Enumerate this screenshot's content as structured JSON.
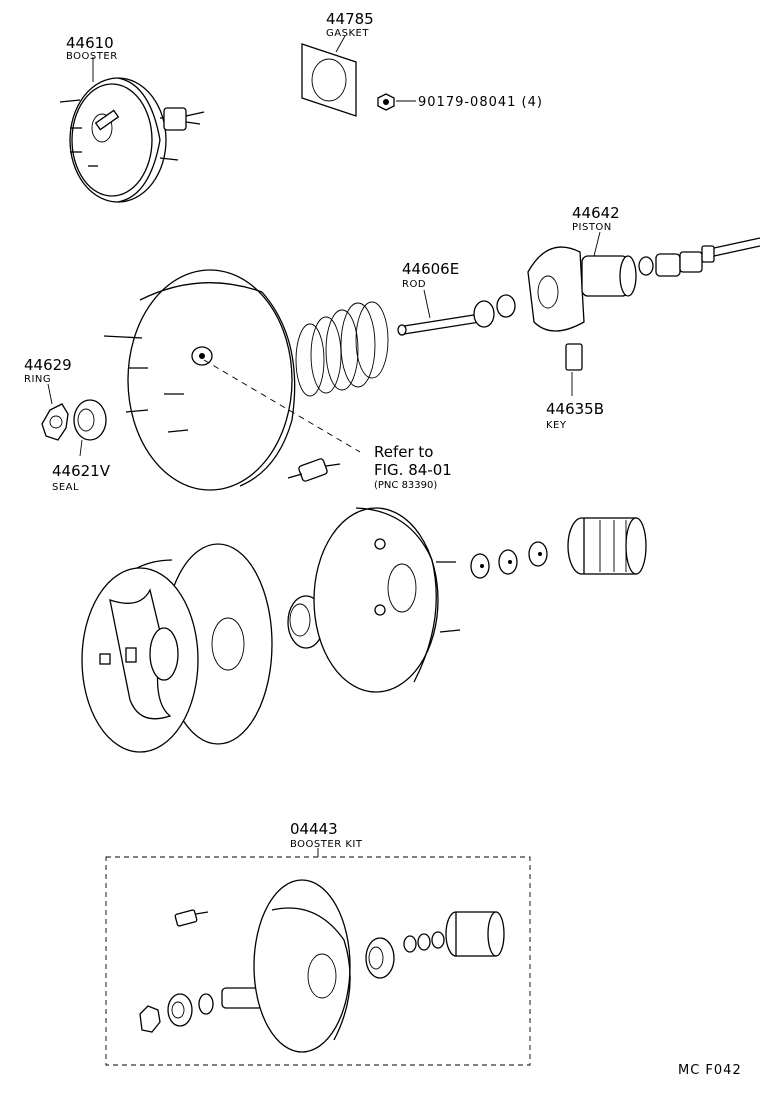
{
  "parts": {
    "booster": {
      "number": "44610",
      "name": "BOOSTER"
    },
    "gasket": {
      "number": "44785",
      "name": "GASKET"
    },
    "nut": {
      "number": "90179-08041 (4)"
    },
    "piston": {
      "number": "44642",
      "name": "PISTON"
    },
    "rod": {
      "number": "44606E",
      "name": "ROD"
    },
    "ring": {
      "number": "44629",
      "name": "RING"
    },
    "seal": {
      "number": "44621V",
      "name": "SEAL"
    },
    "key": {
      "number": "44635B",
      "name": "KEY"
    },
    "booster_kit": {
      "number": "04443",
      "name": "BOOSTER KIT"
    }
  },
  "reference": {
    "line1": "Refer to",
    "line2": "FIG. 84-01",
    "line3": "(PNC 83390)"
  },
  "figure_code": "MC  F042"
}
